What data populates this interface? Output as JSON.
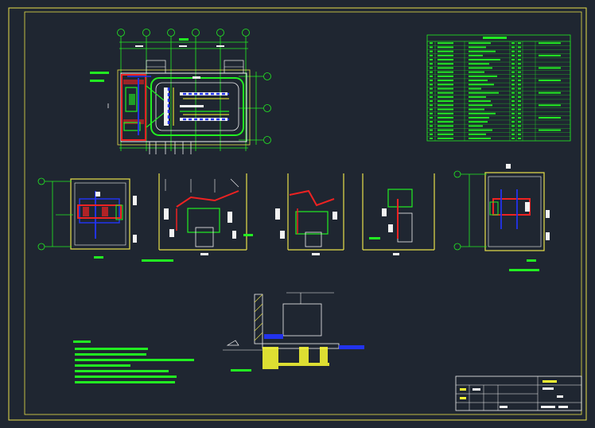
{
  "colors": {
    "background": "#1f2631",
    "frame": "#e8e04a",
    "green": "#22ee22",
    "white": "#f2f2f2",
    "red": "#ee2222",
    "blue": "#2233ee",
    "yellow": "#ffff33",
    "cyan": "#33dddd"
  },
  "sheet": {
    "grid_axes_top": [
      "",
      "",
      "",
      "",
      "",
      ""
    ],
    "grid_axes_side": [
      "",
      "",
      ""
    ]
  },
  "equipment_table": {
    "row_count": 24,
    "column_count": 6
  },
  "notes": {
    "line_count": 7
  },
  "title_block": {
    "rows": 4
  }
}
